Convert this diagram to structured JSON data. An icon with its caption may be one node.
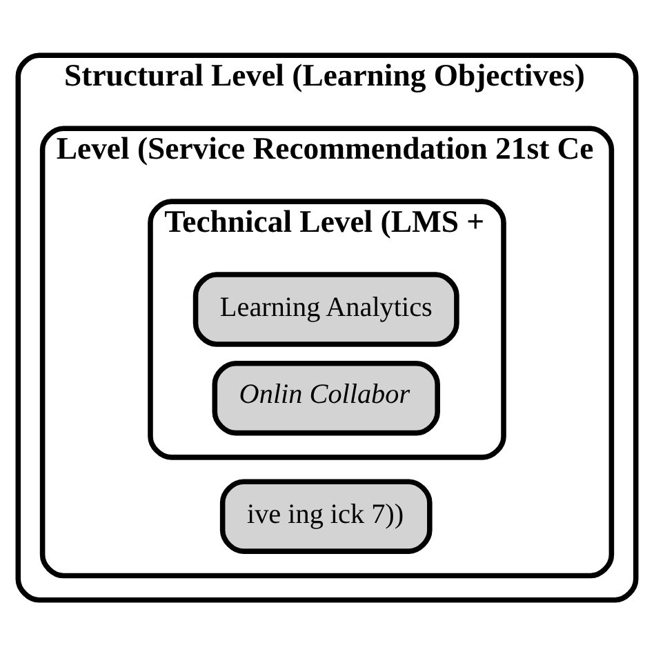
{
  "diagram": {
    "nodes": [
      {
        "text": [
          "Structural Level (Learning Objectives)"
        ]
      },
      {
        "text": [
          "Level (Service Recommendation 21st Ce"
        ],
        "in": 0
      },
      {
        "text": [
          "ive ing ick 7))"
        ],
        "in": 1
      },
      {
        "text": [
          "Technical Level (LMS +"
        ],
        "in": 1
      },
      {
        "text": [
          "Learning Analytics"
        ],
        "in": 3
      },
      {
        "text": [
          "Onlin Collabor"
        ],
        "in": 3
      }
    ]
  }
}
